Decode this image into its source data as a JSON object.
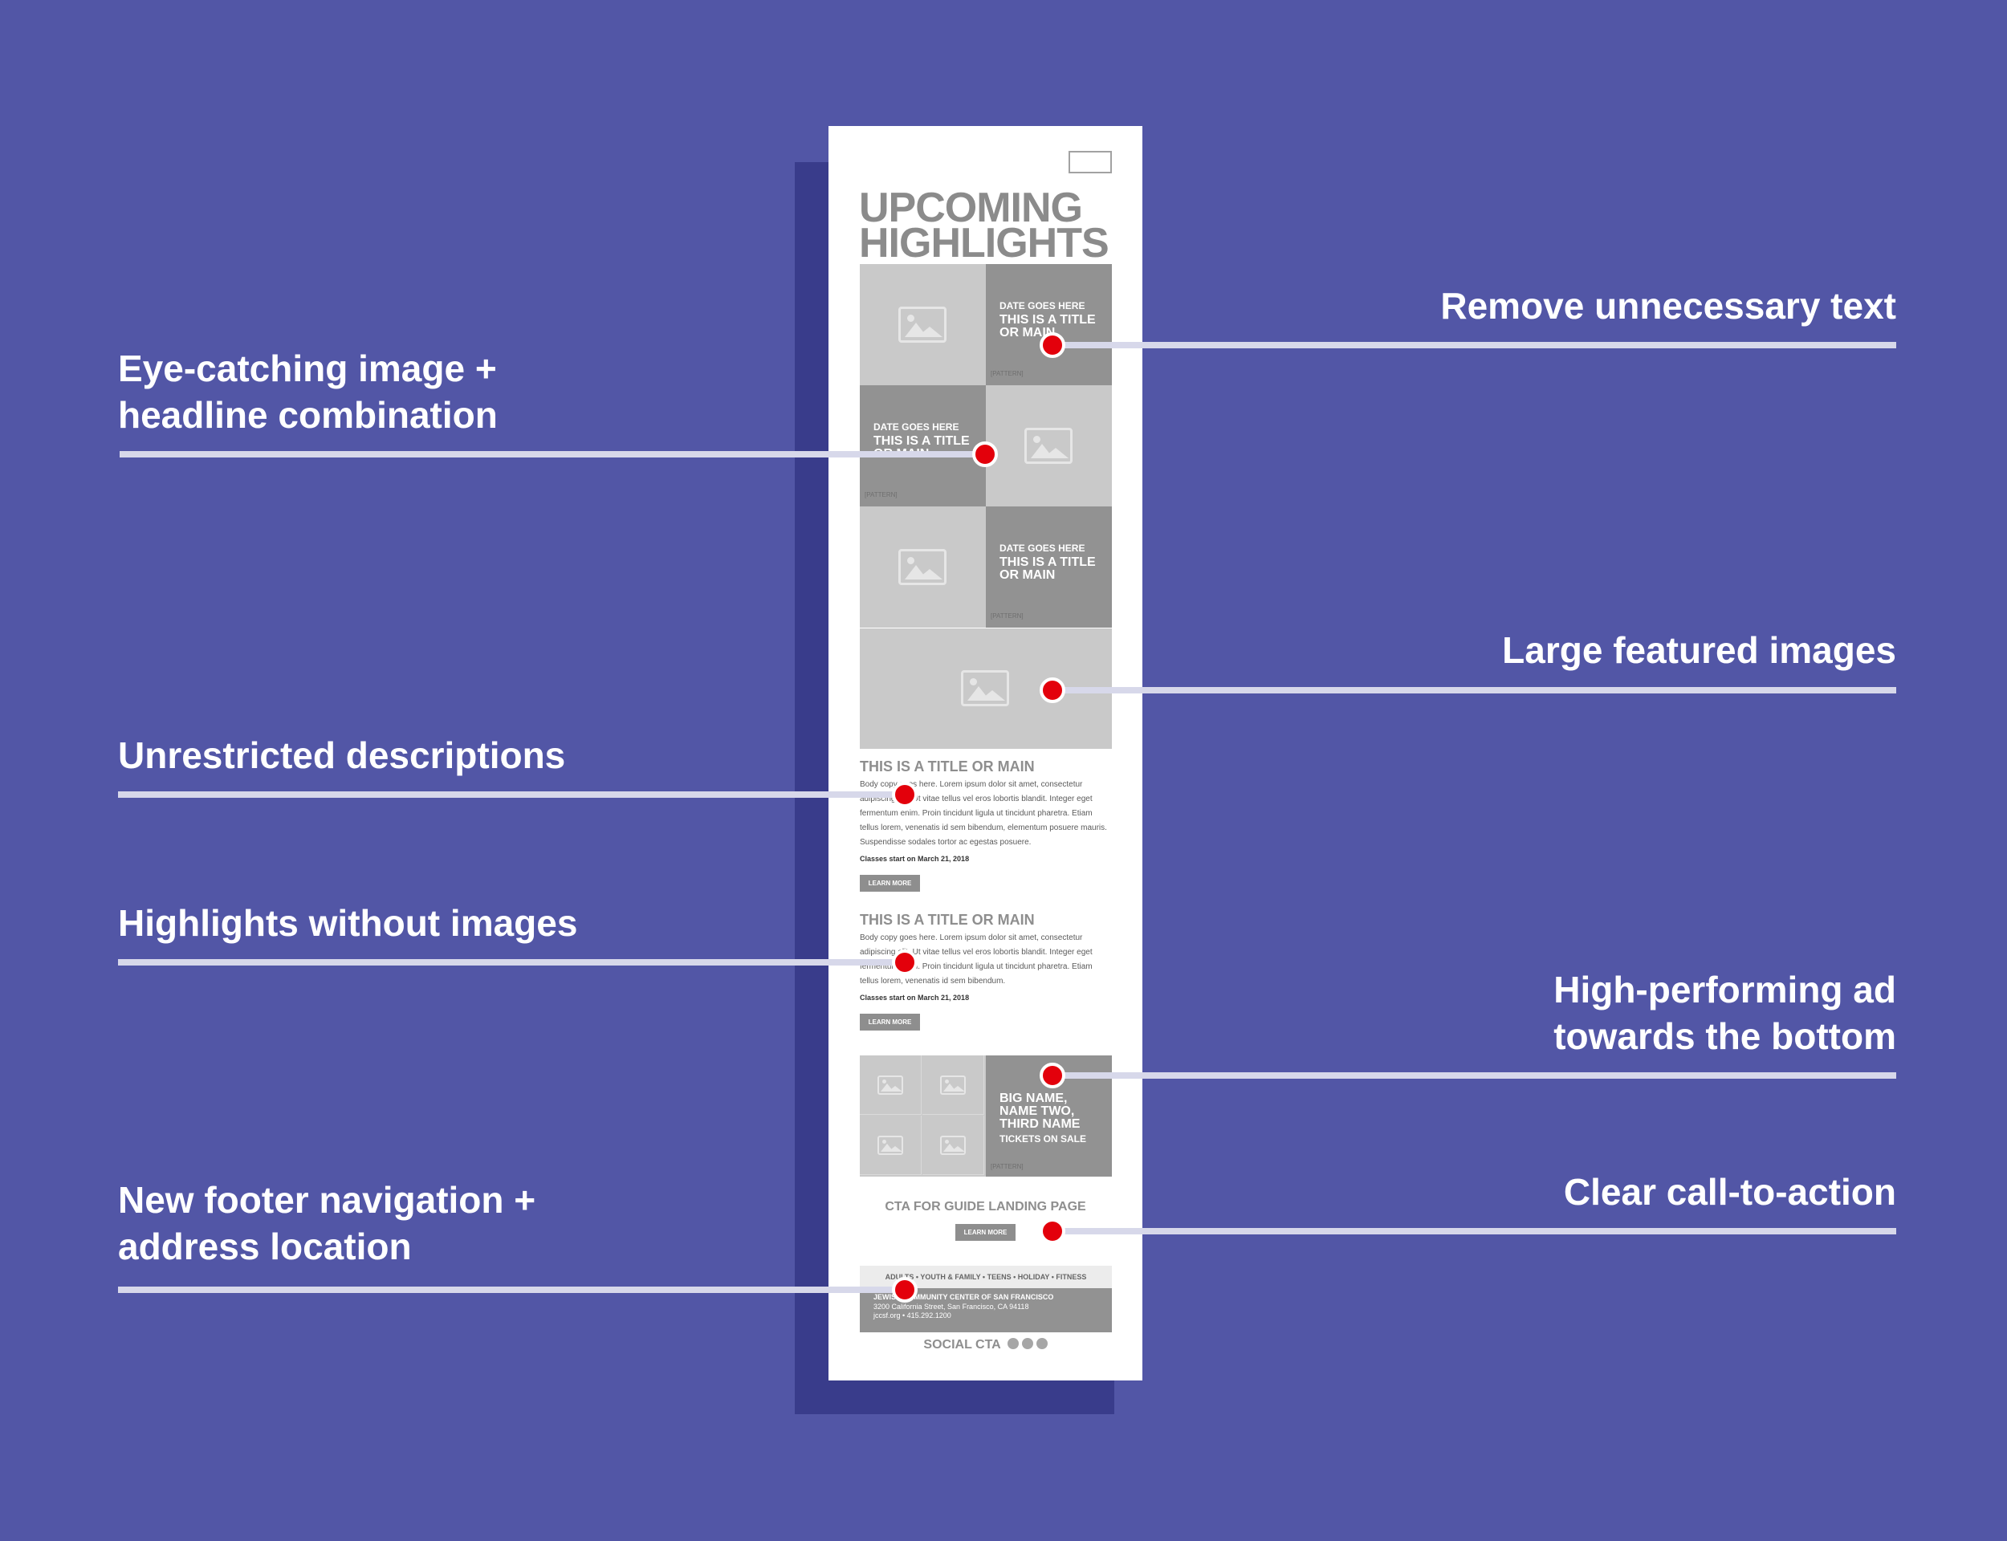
{
  "email": {
    "title_line1": "UPCOMING",
    "title_line2": "HIGHLIGHTS",
    "tiles": [
      {
        "date": "DATE GOES HERE",
        "headline": "THIS IS A TITLE OR MAIN",
        "pattern": "[PATTERN]"
      },
      {
        "date": "DATE GOES HERE",
        "headline": "THIS IS A TITLE OR MAIN",
        "pattern": "[PATTERN]"
      },
      {
        "date": "DATE GOES HERE",
        "headline": "THIS IS A TITLE OR MAIN",
        "pattern": "[PATTERN]"
      }
    ],
    "sections": [
      {
        "title": "THIS IS A TITLE OR MAIN",
        "body": "Body copy goes here. Lorem ipsum dolor sit amet, consectetur adipiscing elit. Ut vitae tellus vel eros lobortis blandit. Integer eget fermentum enim. Proin tincidunt ligula ut tincidunt pharetra. Etiam tellus lorem, venenatis id sem bibendum, elementum posuere mauris. Suspendisse sodales tortor ac egestas posuere.",
        "classes": "Classes start on March 21, 2018",
        "button": "LEARN MORE"
      },
      {
        "title": "THIS IS A TITLE OR MAIN",
        "body": "Body copy goes here. Lorem ipsum dolor sit amet, consectetur adipiscing elit. Ut vitae tellus vel eros lobortis blandit. Integer eget fermentum enim. Proin tincidunt ligula ut tincidunt pharetra. Etiam tellus lorem, venenatis id sem bibendum.",
        "classes": "Classes start on March 21, 2018",
        "button": "LEARN MORE"
      }
    ],
    "ad": {
      "names": "BIG NAME, NAME TWO, THIRD NAME",
      "tickets": "TICKETS ON SALE",
      "pattern": "[PATTERN]"
    },
    "cta": {
      "title": "CTA FOR GUIDE LANDING PAGE",
      "button": "LEARN MORE"
    },
    "footer": {
      "nav": "ADULTS • YOUTH & FAMILY • TEENS • HOLIDAY • FITNESS",
      "org": "JEWISH COMMUNITY CENTER OF SAN FRANCISCO",
      "address": "3200 California Street, San Francisco, CA 94118",
      "contact": "jccsf.org • 415.292.1200"
    },
    "social": "SOCIAL CTA"
  },
  "annotations": {
    "remove_text": "Remove unnecessary text",
    "eye_catching_1": "Eye-catching image +",
    "eye_catching_2": "headline combination",
    "large_images": "Large featured images",
    "unrestricted": "Unrestricted descriptions",
    "highlights_no_img": "Highlights without images",
    "ad_1": "High-performing ad",
    "ad_2": "towards the bottom",
    "cta": "Clear call-to-action",
    "footer_1": "New footer navigation +",
    "footer_2": "address location"
  }
}
